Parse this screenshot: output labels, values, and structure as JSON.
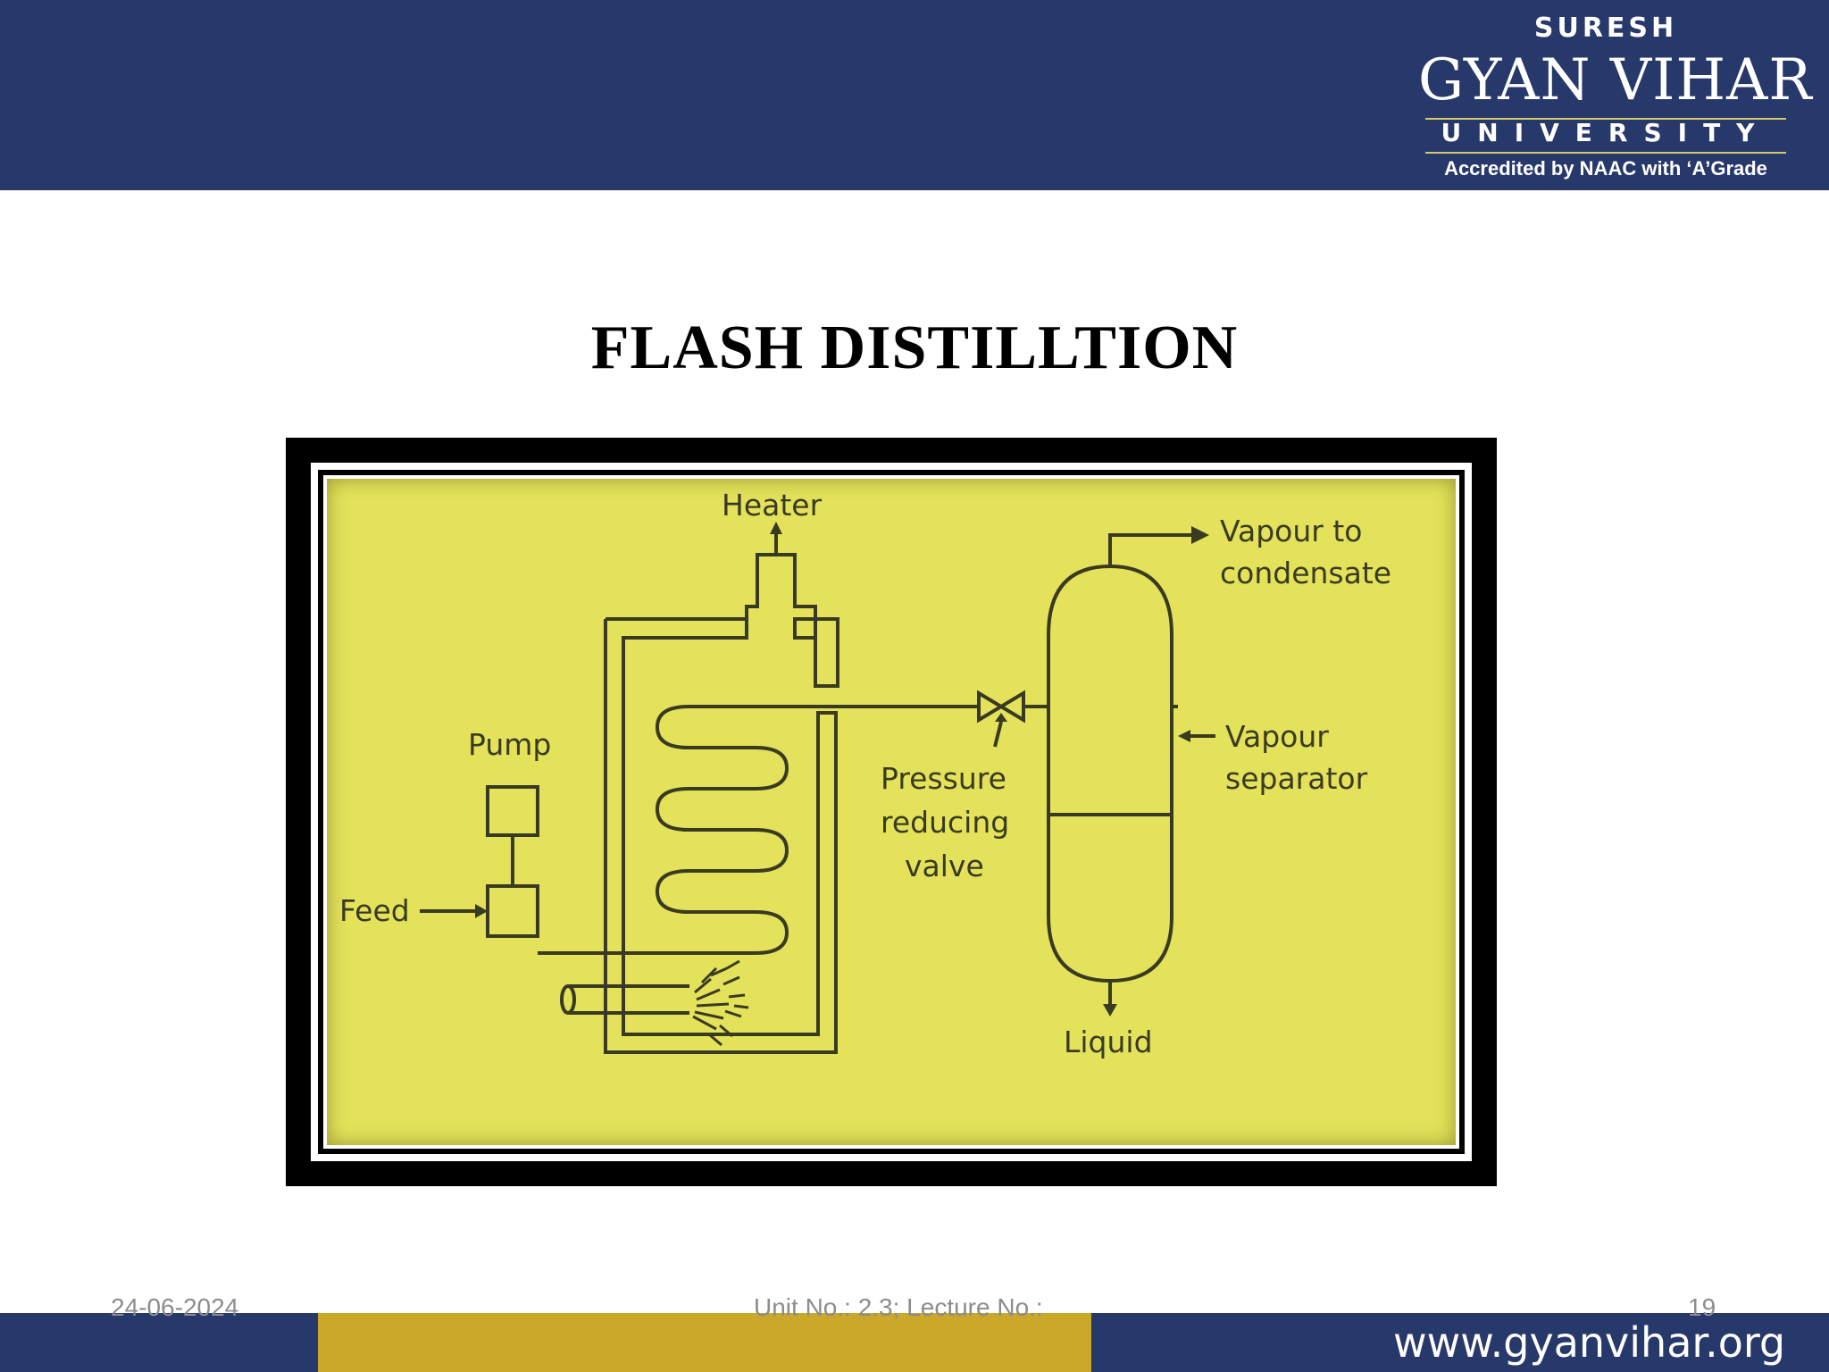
{
  "header": {
    "logo": {
      "top_text": "SURESH",
      "main_text": "GYAN VIHAR",
      "sub_text": "UNIVERSITY",
      "accreditation": "Accredited by NAAC with ‘A’Grade"
    },
    "colors": {
      "band": "#27386b",
      "gold": "#c9a82a",
      "diagram_bg": "#e3e25a"
    }
  },
  "slide": {
    "title": "FLASH DISTILLTION"
  },
  "diagram": {
    "labels": {
      "heater": "Heater",
      "vapour_to_1": "Vapour to",
      "vapour_to_2": "condensate",
      "pump": "Pump",
      "pressure_1": "Pressure",
      "pressure_2": "reducing",
      "pressure_3": "valve",
      "separator_1": "Vapour",
      "separator_2": "separator",
      "feed": "Feed",
      "liquid": "Liquid"
    }
  },
  "footer": {
    "date": "24-06-2024",
    "unit": "Unit No.: 2.3; Lecture No.:",
    "page": "19",
    "url": "www.gyanvihar.org"
  }
}
